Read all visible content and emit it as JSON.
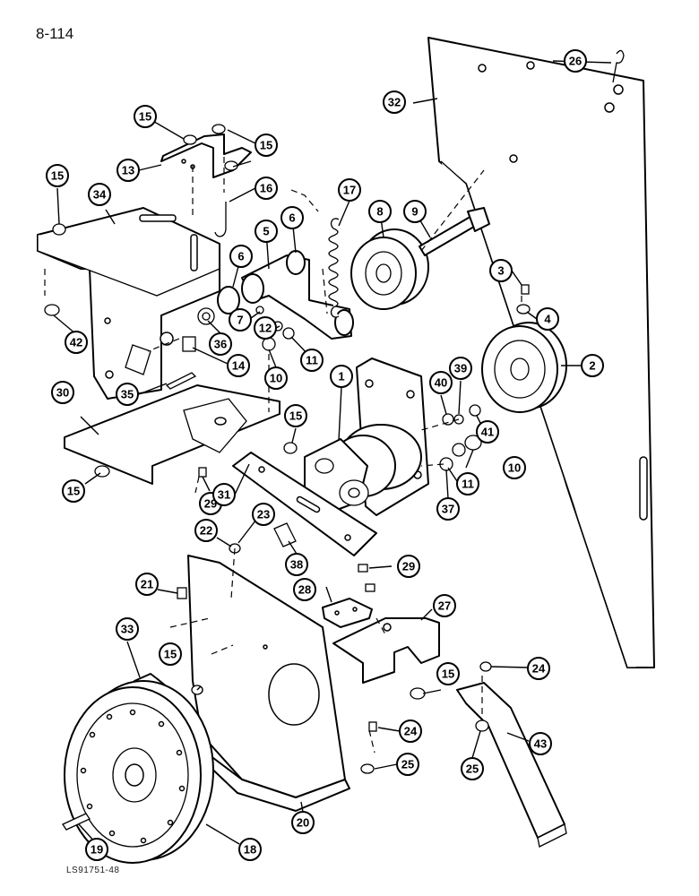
{
  "page": {
    "number": "8-114",
    "drawing_id": "LS91751-48"
  },
  "callouts": [
    {
      "label": "1"
    },
    {
      "label": "2"
    },
    {
      "label": "3"
    },
    {
      "label": "4"
    },
    {
      "label": "5"
    },
    {
      "label": "6"
    },
    {
      "label": "6"
    },
    {
      "label": "7"
    },
    {
      "label": "8"
    },
    {
      "label": "9"
    },
    {
      "label": "10"
    },
    {
      "label": "10"
    },
    {
      "label": "11"
    },
    {
      "label": "11"
    },
    {
      "label": "12"
    },
    {
      "label": "13"
    },
    {
      "label": "14"
    },
    {
      "label": "15"
    },
    {
      "label": "15"
    },
    {
      "label": "15"
    },
    {
      "label": "15"
    },
    {
      "label": "15"
    },
    {
      "label": "15"
    },
    {
      "label": "15"
    },
    {
      "label": "15"
    },
    {
      "label": "16"
    },
    {
      "label": "17"
    },
    {
      "label": "18"
    },
    {
      "label": "19"
    },
    {
      "label": "20"
    },
    {
      "label": "21"
    },
    {
      "label": "22"
    },
    {
      "label": "23"
    },
    {
      "label": "24"
    },
    {
      "label": "24"
    },
    {
      "label": "25"
    },
    {
      "label": "25"
    },
    {
      "label": "26"
    },
    {
      "label": "27"
    },
    {
      "label": "28"
    },
    {
      "label": "29"
    },
    {
      "label": "29"
    },
    {
      "label": "30"
    },
    {
      "label": "31"
    },
    {
      "label": "32"
    },
    {
      "label": "33"
    },
    {
      "label": "34"
    },
    {
      "label": "35"
    },
    {
      "label": "36"
    },
    {
      "label": "37"
    },
    {
      "label": "38"
    },
    {
      "label": "39"
    },
    {
      "label": "40"
    },
    {
      "label": "41"
    },
    {
      "label": "42"
    },
    {
      "label": "43"
    }
  ]
}
